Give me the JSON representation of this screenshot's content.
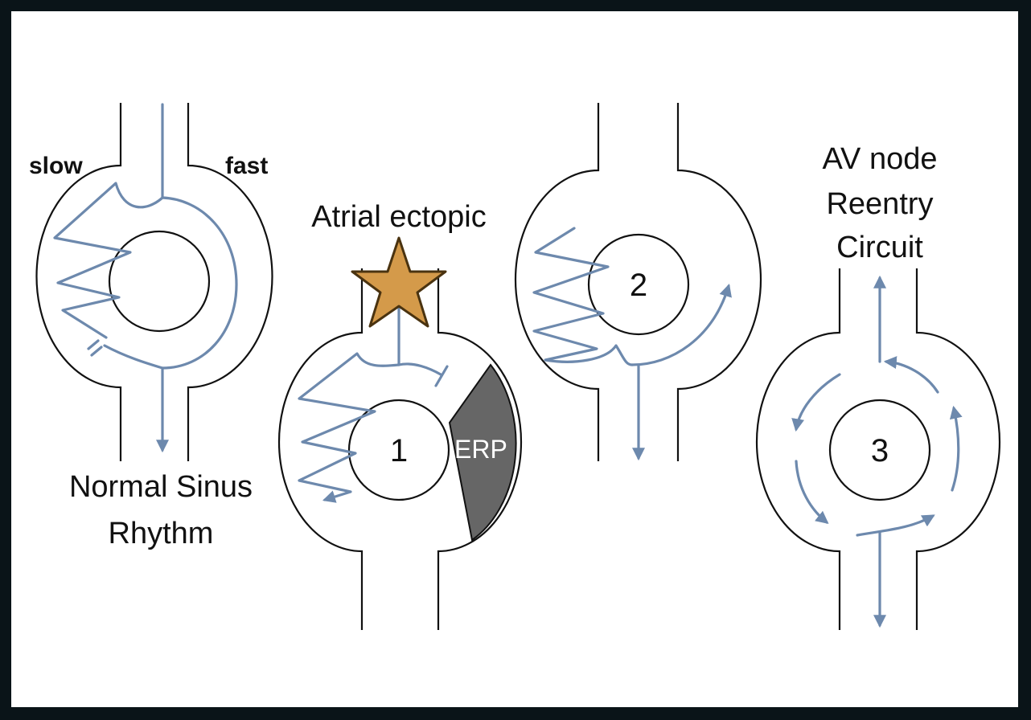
{
  "labels": {
    "slow": "slow",
    "fast": "fast",
    "normal_sinus_line1": "Normal Sinus",
    "normal_sinus_line2": "Rhythm",
    "atrial_ectopic": "Atrial ectopic",
    "erp": "ERP",
    "step1": "1",
    "step2": "2",
    "step3": "3",
    "av_line1": "AV node",
    "av_line2": "Reentry",
    "av_line3": "Circuit"
  },
  "colors": {
    "pathway_line": "#111111",
    "impulse_arrow": "#6d89ad",
    "erp_region": "#666666",
    "ectopic_star_fill": "#d49a4a",
    "ectopic_star_stroke": "#4a3310",
    "background": "#ffffff"
  },
  "icons": {
    "ectopic_focus": "star-icon"
  }
}
